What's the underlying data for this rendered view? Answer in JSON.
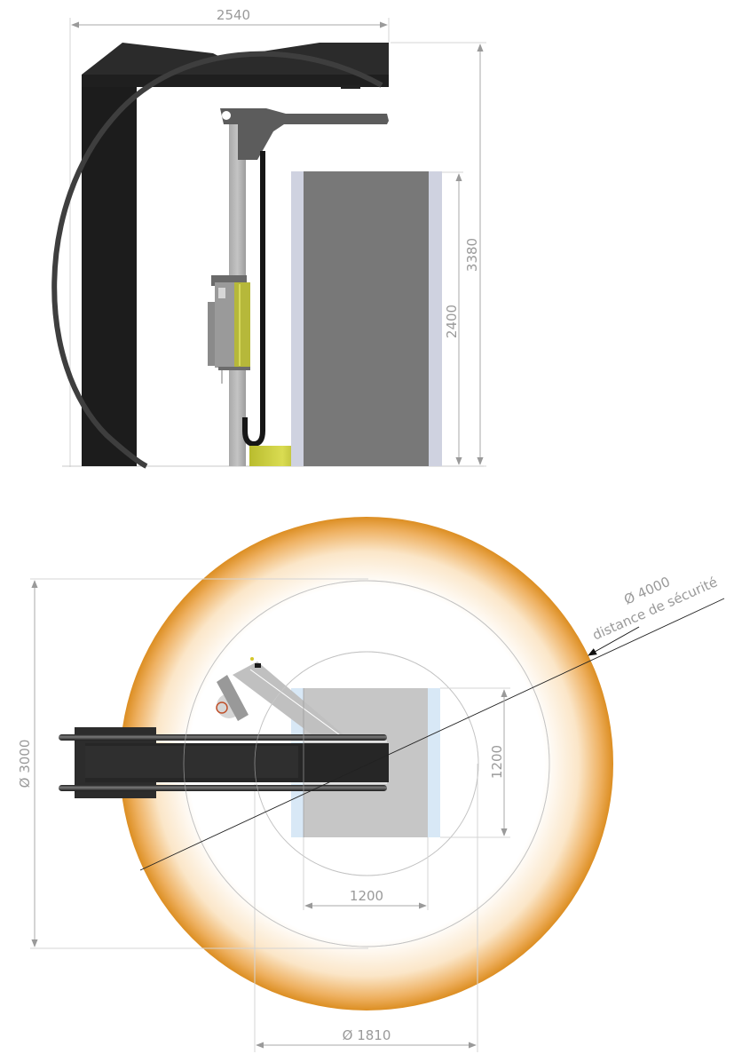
{
  "side_view": {
    "width_dim": "2540",
    "total_height_dim": "3380",
    "load_height_dim": "2400"
  },
  "top_view": {
    "outer_diameter_dim": "Ø 3000",
    "safety_diameter_dim": "Ø 4000",
    "safety_label": "distance de sécurité",
    "load_width_dim": "1200",
    "load_depth_dim": "1200",
    "inner_diameter_dim": "Ø 1810"
  },
  "colors": {
    "frame_dark": "#1e1e1e",
    "ring": "#3c3c3c",
    "mast": "#b5b5b5",
    "load": "#787878",
    "load_film": "#cfd2e0",
    "top_load": "#c6c6c6",
    "top_film": "#d8e8f6",
    "safety_orange": "#e0952a",
    "yellow_base": "#c9cc3a",
    "dimension": "#a8a8a8"
  }
}
